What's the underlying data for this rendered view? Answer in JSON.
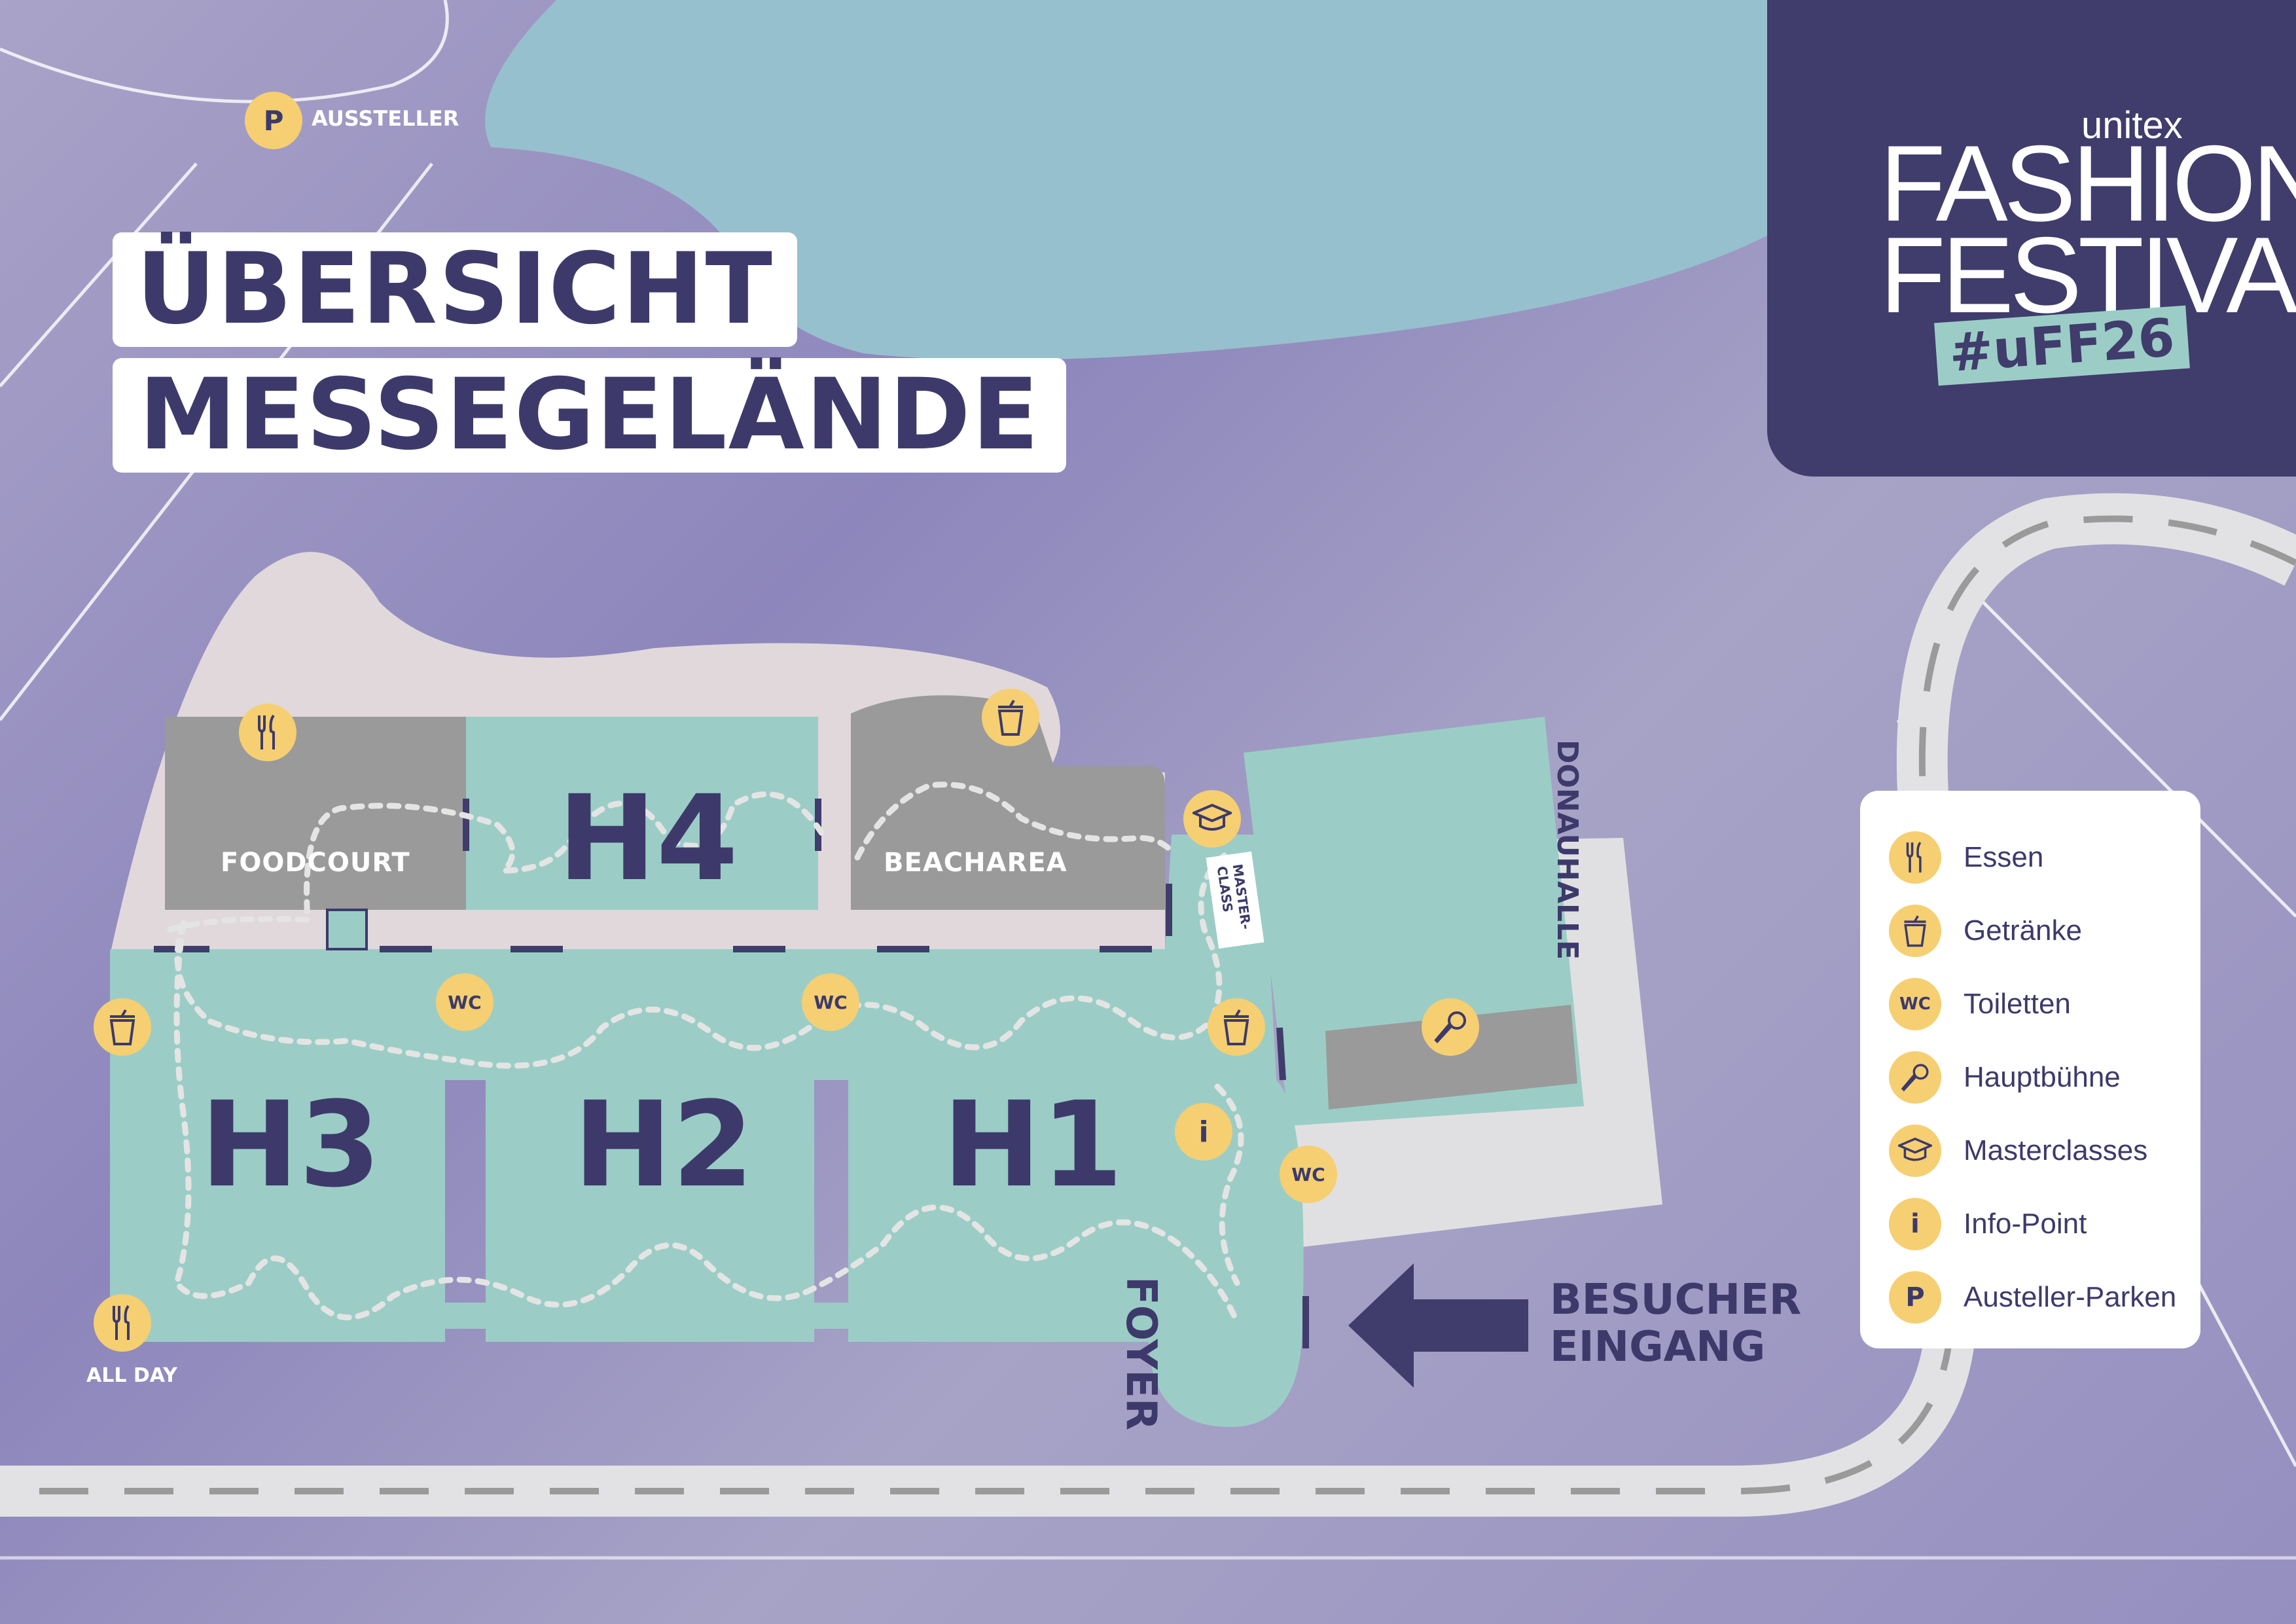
{
  "title": {
    "line1": "ÜBERSICHT",
    "line2": "MESSEGELÄNDE"
  },
  "logo": {
    "brand": "unitex",
    "line1": "FASHION",
    "line2": "FESTIVAL",
    "hashtag": "#uFF26"
  },
  "parking_label": "AUSSTELLER",
  "parking_symbol": "P",
  "halls": {
    "h1": "H1",
    "h2": "H2",
    "h3": "H3",
    "h4": "H4"
  },
  "zones": {
    "foodcourt": "FOODCOURT",
    "beacharea": "BEACHAREA",
    "foyer": "FOYER",
    "donauhalle": "DONAUHALLE",
    "masterclass_1": "MASTER-",
    "masterclass_2": "CLASS"
  },
  "all_day": "ALL DAY",
  "wc": "WC",
  "info": "i",
  "entrance": {
    "line1": "BESUCHER",
    "line2": "EINGANG"
  },
  "legend": [
    {
      "icon": "cutlery-icon",
      "label": "Essen"
    },
    {
      "icon": "cup-icon",
      "label": "Getränke"
    },
    {
      "icon": "wc-icon",
      "label": "Toiletten",
      "symbol": "WC"
    },
    {
      "icon": "microphone-icon",
      "label": "Hauptbühne"
    },
    {
      "icon": "graduation-cap-icon",
      "label": "Masterclasses"
    },
    {
      "icon": "info-icon",
      "label": "Info-Point",
      "symbol": "i"
    },
    {
      "icon": "parking-icon",
      "label": "Austeller-Parken",
      "symbol": "P"
    }
  ],
  "colors": {
    "hall": "#9bcdc6",
    "dark": "#3d3a6b",
    "icon": "#f5cf72",
    "water": "#96c0cd",
    "grey": "#9a9a9a",
    "ground": "#e0d8db"
  }
}
